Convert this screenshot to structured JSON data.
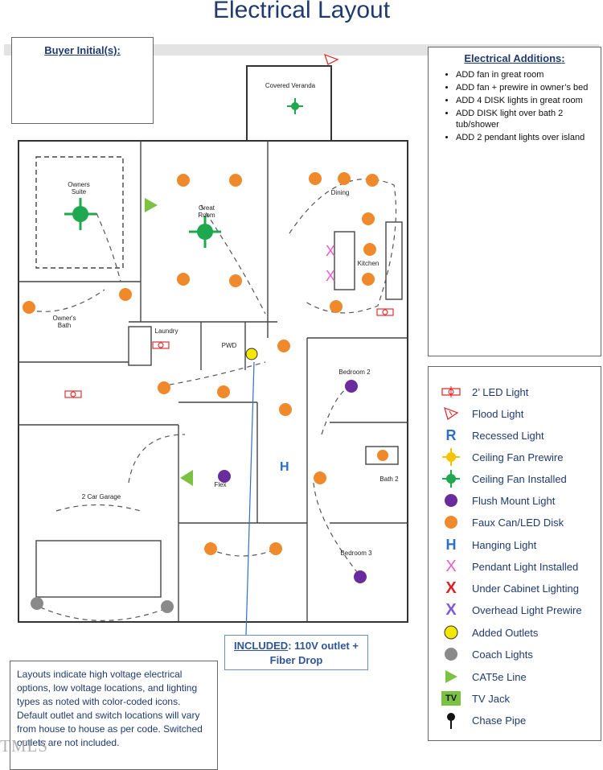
{
  "title": "Electrical Layout",
  "buyer": {
    "label": "Buyer Initial(s):"
  },
  "additions": {
    "title": "Electrical Additions",
    "colon": ":",
    "items": [
      "ADD fan in great room",
      "ADD fan + prewire in owner’s bed",
      "ADD 4 DISK lights in great room",
      "ADD DISK light over bath 2 tub/shower",
      "ADD 2 pendant lights over island"
    ]
  },
  "legend": [
    {
      "icon": "led-light-icon",
      "label": "2’ LED Light"
    },
    {
      "icon": "flood-light-icon",
      "label": "Flood Light"
    },
    {
      "icon": "recessed-light-icon",
      "label": "Recessed Light",
      "glyph": "R",
      "color": "#2e6fc7"
    },
    {
      "icon": "ceiling-fan-prewire-icon",
      "label": "Ceiling Fan Prewire",
      "color": "#f2c300"
    },
    {
      "icon": "ceiling-fan-installed-icon",
      "label": "Ceiling Fan Installed",
      "color": "#1fa84f"
    },
    {
      "icon": "flush-mount-light-icon",
      "label": "Flush Mount Light",
      "color": "#6a2c9c"
    },
    {
      "icon": "faux-can-led-disk-icon",
      "label": "Faux Can/LED Disk",
      "color": "#ef8a2c"
    },
    {
      "icon": "hanging-light-icon",
      "label": "Hanging Light",
      "glyph": "H",
      "color": "#2e6fc7"
    },
    {
      "icon": "pendant-light-installed-icon",
      "label": "Pendant Light Installed",
      "glyph": "X",
      "color": "#e85bd0"
    },
    {
      "icon": "under-cabinet-lighting-icon",
      "label": "Under Cabinet Lighting",
      "glyph": "X",
      "color": "#e02020"
    },
    {
      "icon": "overhead-light-prewire-icon",
      "label": "Overhead Light Prewire",
      "glyph": "X",
      "color": "#7b5bd6"
    },
    {
      "icon": "added-outlets-icon",
      "label": "Added Outlets",
      "color": "#f5e800"
    },
    {
      "icon": "coach-lights-icon",
      "label": "Coach Lights",
      "color": "#8a8a8a"
    },
    {
      "icon": "cat5e-line-icon",
      "label": "CAT5e Line",
      "color": "#7cc242"
    },
    {
      "icon": "tv-jack-icon",
      "label": "TV Jack",
      "glyph": "TV",
      "color": "#7cc242"
    },
    {
      "icon": "chase-pipe-icon",
      "label": "Chase Pipe",
      "color": "#111111"
    }
  ],
  "included": {
    "label": "INCLUDED",
    "text": ": 110V outlet + Fiber Drop"
  },
  "note": "Layouts indicate high voltage electrical options, low voltage locations, and lighting types as noted with color-coded icons. Default outlet and switch locations will vary from house to house as per code. Switched outlets are not included.",
  "rooms": {
    "veranda": "Covered Veranda",
    "owners_suite_1": "Owners",
    "owners_suite_2": "Suite",
    "great_room_1": "Great",
    "great_room_2": "Room",
    "dining": "Dining",
    "kitchen": "Kitchen",
    "owners_bath_1": "Owner's",
    "owners_bath_2": "Bath",
    "laundry": "Laundry",
    "pwd": "PWD",
    "bedroom2": "Bedroom 2",
    "flex": "Flex",
    "garage": "2 Car Garage",
    "bath2": "Bath 2",
    "bedroom3": "Bedroom 3"
  },
  "watermark": "TMLS",
  "colors": {
    "accent": "#1f3a6e",
    "fan": "#1fa84f",
    "disk": "#ef8a2c",
    "flush": "#6a2c9c",
    "pendant": "#e85bd0",
    "outlet": "#f5e800",
    "coach": "#8a8a8a",
    "cat5": "#7cc242",
    "fiber": "#2e6fc7"
  }
}
